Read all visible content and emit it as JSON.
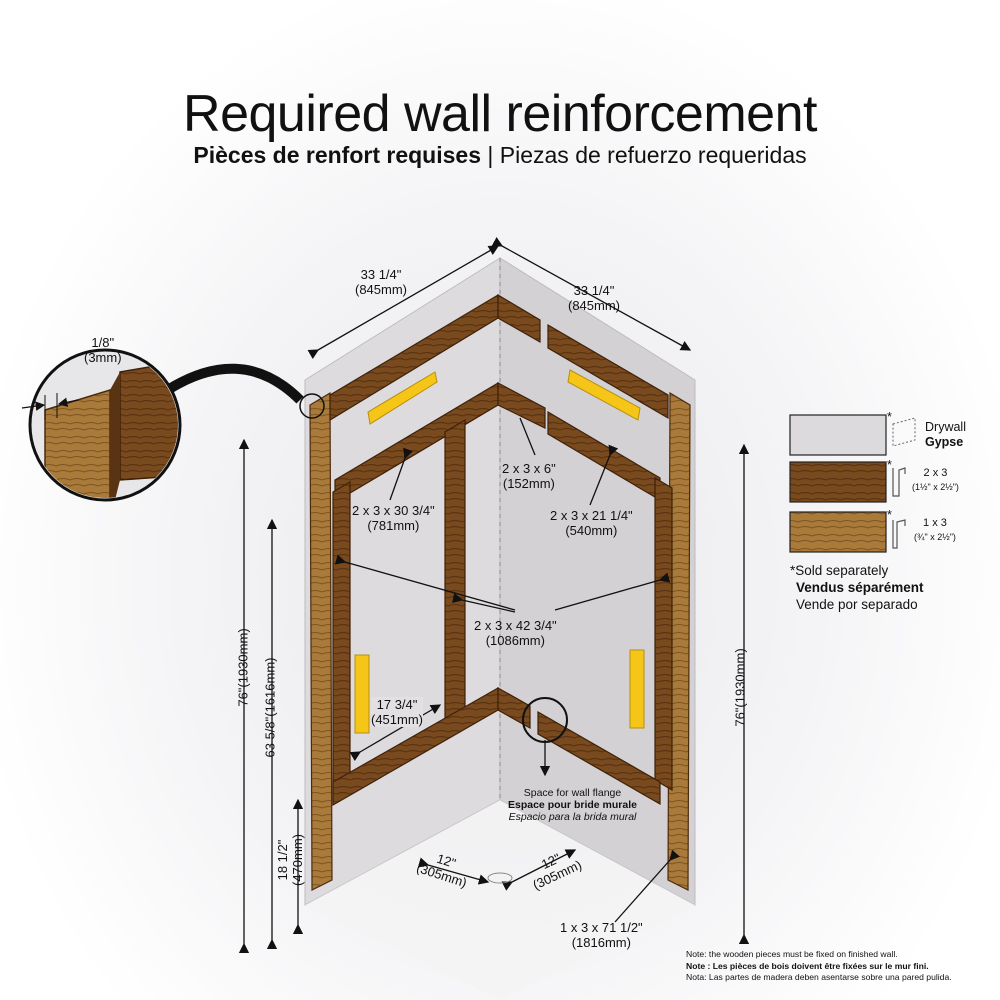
{
  "title": "Required wall reinforcement",
  "subtitle": {
    "fr": "Pièces de renfort requises",
    "separator": "|",
    "es": "Piezas de refuerzo requeridas"
  },
  "dimensions": {
    "top_left_width": {
      "imperial": "33 1/4\"",
      "metric": "(845mm)"
    },
    "top_right_width": {
      "imperial": "33 1/4\"",
      "metric": "(845mm)"
    },
    "gap": {
      "imperial": "1/8\"",
      "metric": "(3mm)"
    },
    "piece_6": {
      "imperial": "2 x 3 x 6\"",
      "metric": "(152mm)"
    },
    "piece_30": {
      "imperial": "2 x 3 x 30 3/4\"",
      "metric": "(781mm)"
    },
    "piece_21": {
      "imperial": "2 x 3 x 21 1/4\"",
      "metric": "(540mm)"
    },
    "piece_42": {
      "imperial": "2 x 3 x 42 3/4\"",
      "metric": "(1086mm)"
    },
    "piece_17": {
      "imperial": "17 3/4\"",
      "metric": "(451mm)"
    },
    "height_76_left": "76\"(1930mm)",
    "height_63": "63 5/8\"(1616mm)",
    "height_18": "18 1/2\"",
    "height_18_metric": "(470mm)",
    "height_76_right": "76\"(1930mm)",
    "bottom_left": {
      "imperial": "12\"",
      "metric": "(305mm)"
    },
    "bottom_right": {
      "imperial": "12\"",
      "metric": "(305mm)"
    },
    "piece_71": {
      "imperial": "1 x 3 x 71 1/2\"",
      "metric": "(1816mm)"
    }
  },
  "flange": {
    "en": "Space for wall flange",
    "fr": "Espace pour bride murale",
    "es": "Espacio para la brida mural"
  },
  "legend": {
    "drywall": {
      "en": "Drywall",
      "fr": "Gypse",
      "color": "#dcdadc"
    },
    "two_by_three": {
      "name": "2 x 3",
      "size": "(1½\" x 2½\")",
      "color": "#7a4a1f"
    },
    "one_by_three": {
      "name": "1 x 3",
      "size": "(¾\" x 2½\")",
      "color": "#a97a3a"
    },
    "asterisk": "*",
    "sold_separately": {
      "en": "*Sold separately",
      "fr": "Vendus séparément",
      "es": "Vende por separado"
    }
  },
  "note": {
    "en": "Note: the wooden pieces must be fixed on finished wall.",
    "fr": "Note : Les pièces de bois doivent être fixées sur le mur fini.",
    "es": "Nota: Las partes de madera deben asentarse sobre una pared pulida."
  },
  "colors": {
    "wall": "#dedcdf",
    "wood_dark": "#6e4118",
    "wood_mid": "#8a5a28",
    "wood_light": "#b5853f",
    "bracket": "#f5c518"
  }
}
